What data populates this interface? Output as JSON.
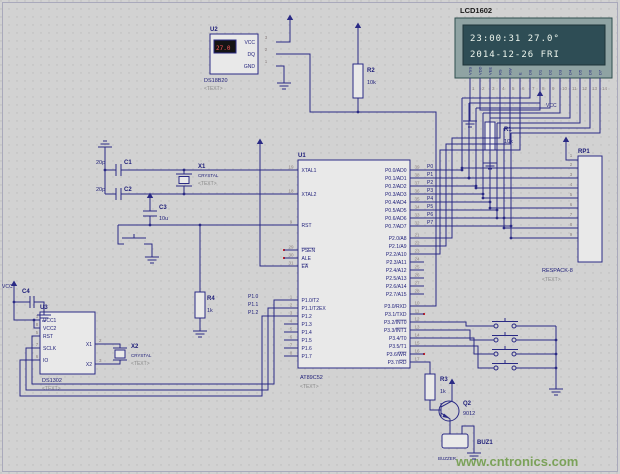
{
  "labels": {
    "vcc": "VCC",
    "vcc_left": "VCC"
  },
  "watermark": "www.cntronics.com",
  "text_placeholder": "<TEXT>",
  "lcd": {
    "ref": "LCD1602",
    "line1": "23:00:31   27.0°",
    "line2": "2014-12-26  FRI",
    "pins": [
      {
        "num": "1",
        "name": "VSS"
      },
      {
        "num": "2",
        "name": "VDD"
      },
      {
        "num": "3",
        "name": "VEE"
      },
      {
        "num": "4",
        "name": "RS"
      },
      {
        "num": "5",
        "name": "RW"
      },
      {
        "num": "6",
        "name": "E"
      },
      {
        "num": "7",
        "name": "D0"
      },
      {
        "num": "8",
        "name": "D1"
      },
      {
        "num": "9",
        "name": "D2"
      },
      {
        "num": "10",
        "name": "D3"
      },
      {
        "num": "11",
        "name": "D4"
      },
      {
        "num": "12",
        "name": "D5"
      },
      {
        "num": "13",
        "name": "D6"
      },
      {
        "num": "14",
        "name": "D7"
      }
    ]
  },
  "u1": {
    "ref": "U1",
    "value": "AT89C52",
    "left_pins": [
      {
        "num": "19",
        "name": "XTAL1"
      },
      {
        "num": "18",
        "name": "XTAL2"
      },
      {
        "num": "9",
        "name": "RST"
      },
      {
        "num": "29",
        "bar": "PSEN"
      },
      {
        "num": "30",
        "name": "ALE"
      },
      {
        "num": "31",
        "bar": "EA"
      },
      {
        "num": "1",
        "name": "P1.0/T2"
      },
      {
        "num": "2",
        "name": "P1.1/T2EX"
      },
      {
        "num": "3",
        "name": "P1.2"
      },
      {
        "num": "4",
        "name": "P1.3"
      },
      {
        "num": "5",
        "name": "P1.4"
      },
      {
        "num": "6",
        "name": "P1.5"
      },
      {
        "num": "7",
        "name": "P1.6"
      },
      {
        "num": "8",
        "name": "P1.7"
      }
    ],
    "right_pins": [
      {
        "num": "39",
        "name": "P0.0/AD0"
      },
      {
        "num": "38",
        "name": "P0.1/AD1"
      },
      {
        "num": "37",
        "name": "P0.2/AD2"
      },
      {
        "num": "36",
        "name": "P0.3/AD3"
      },
      {
        "num": "35",
        "name": "P0.4/AD4"
      },
      {
        "num": "34",
        "name": "P0.5/AD5"
      },
      {
        "num": "33",
        "name": "P0.6/AD6"
      },
      {
        "num": "32",
        "name": "P0.7/AD7"
      },
      {
        "num": "21",
        "name": "P2.0/A8"
      },
      {
        "num": "22",
        "name": "P2.1/A9"
      },
      {
        "num": "23",
        "name": "P2.2/A10"
      },
      {
        "num": "24",
        "name": "P2.3/A11"
      },
      {
        "num": "25",
        "name": "P2.4/A12"
      },
      {
        "num": "26",
        "name": "P2.5/A13"
      },
      {
        "num": "27",
        "name": "P2.6/A14"
      },
      {
        "num": "28",
        "name": "P2.7/A15"
      },
      {
        "num": "10",
        "name": "P3.0/RXD"
      },
      {
        "num": "11",
        "name": "P3.1/TXD"
      },
      {
        "num": "12",
        "name": "P3.2/",
        "bar": "INT0"
      },
      {
        "num": "13",
        "name": "P3.3/",
        "bar": "INT1"
      },
      {
        "num": "14",
        "name": "P3.4/T0"
      },
      {
        "num": "15",
        "name": "P3.5/T1"
      },
      {
        "num": "16",
        "name": "P3.6/",
        "bar": "WR"
      },
      {
        "num": "17",
        "name": "P3.7/",
        "bar": "RD"
      }
    ]
  },
  "u2": {
    "ref": "U2",
    "value": "DS18B20",
    "display": "27.0",
    "pins": [
      {
        "num": "3",
        "name": "VCC"
      },
      {
        "num": "2",
        "name": "DQ"
      },
      {
        "num": "1",
        "name": "GND"
      }
    ]
  },
  "u3": {
    "ref": "U3",
    "value": "DS1302",
    "left_pins": [
      {
        "num": "1",
        "name": "VCC1"
      },
      {
        "num": "8",
        "name": "VCC2"
      },
      {
        "num": "5",
        "name": "RST"
      },
      {
        "num": "7",
        "name": "SCLK"
      },
      {
        "num": "6",
        "name": "IO"
      }
    ],
    "right_pins": [
      {
        "num": "2",
        "name": "X1"
      },
      {
        "num": "3",
        "name": "X2"
      }
    ]
  },
  "rp1": {
    "ref": "RP1",
    "value": "RESPACK-8",
    "pins": [
      "1",
      "2",
      "3",
      "4",
      "5",
      "6",
      "7",
      "8",
      "9"
    ]
  },
  "parts": {
    "r1": {
      "ref": "R1",
      "value": "10k"
    },
    "r2": {
      "ref": "R2",
      "value": "10k"
    },
    "r3": {
      "ref": "R3",
      "value": "1k"
    },
    "r4": {
      "ref": "R4",
      "value": "1k"
    },
    "c1": {
      "ref": "C1",
      "value": "20p"
    },
    "c2": {
      "ref": "C2",
      "value": "20p"
    },
    "c3": {
      "ref": "C3",
      "value": "10u"
    },
    "c4": {
      "ref": "C4"
    },
    "x1": {
      "ref": "X1",
      "value": "CRYSTAL"
    },
    "x2": {
      "ref": "X2",
      "value": "CRYSTAL"
    },
    "q2": {
      "ref": "Q2",
      "value": "9012"
    },
    "buz1": {
      "ref": "BUZ1",
      "value": "BUZZER"
    }
  },
  "bus_labels": [
    "P0",
    "P1",
    "P2",
    "P3",
    "P4",
    "P5",
    "P6",
    "P7"
  ],
  "wire_labels": [
    "P1.0",
    "P1.1",
    "P1.2"
  ]
}
